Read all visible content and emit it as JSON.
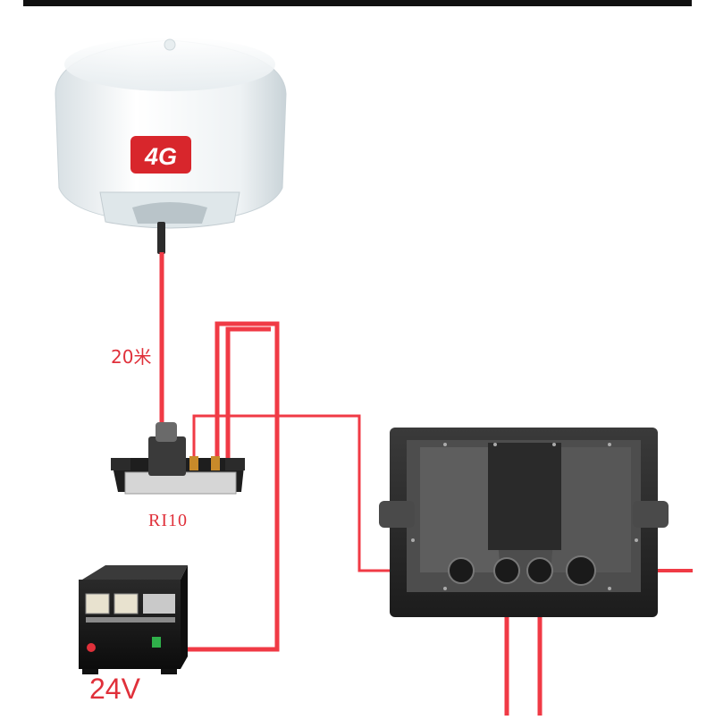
{
  "diagram": {
    "radome": {
      "badge": "4G"
    },
    "cable_label": "20米",
    "interface_unit_label": "RI10",
    "power_supply_label": "24V"
  },
  "colors": {
    "cable": "#f03a45",
    "label": "#e0303a",
    "badge": "#d8262c",
    "top_bar": "#111111"
  }
}
